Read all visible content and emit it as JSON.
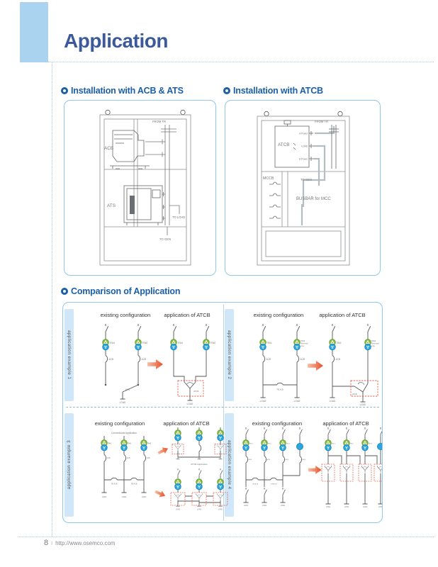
{
  "page": {
    "title": "Application",
    "footer": {
      "page_number": "8",
      "separator": "I",
      "url": "http://www.osemco.com"
    }
  },
  "install_acb_ats": {
    "heading": "Installation with ACB & ATS",
    "labels": {
      "from_tr": "FROM TR",
      "acb": "ACB",
      "ats": "ATS",
      "to_load": "TO LOAD",
      "to_gen": "TO GEN"
    }
  },
  "install_atcb": {
    "heading": "Installation with ATCB",
    "labels": {
      "from_tr": "FROM TR",
      "atcb": "ATCB",
      "a_power": "A Power",
      "load": "LOAD",
      "b_power": "B Power",
      "mccb": "MCCB",
      "to_gen": "TO GEN",
      "busbar": "BUSBAR for MCC"
    }
  },
  "comparison": {
    "heading": "Comparison of Application",
    "columns": {
      "existing": "existing configuration",
      "atcb": "application of ATCB"
    },
    "examples": [
      {
        "label": "application example 1"
      },
      {
        "label": "application example 2"
      },
      {
        "label": "application example 3",
        "existing_caption": "Conventional Application",
        "atcb_caption": "ATCB Application"
      },
      {
        "label": "application example 4"
      }
    ],
    "labels": {
      "tr1": "TR#1",
      "tr2": "TR#2",
      "tr3": "TR#3",
      "acb": "ACB",
      "ats": "ATS",
      "atcb": "ATCB",
      "tie": "TIE ACB",
      "load": "LOAD",
      "reserved1": "Reserved",
      "reserved2": "Line"
    }
  }
}
